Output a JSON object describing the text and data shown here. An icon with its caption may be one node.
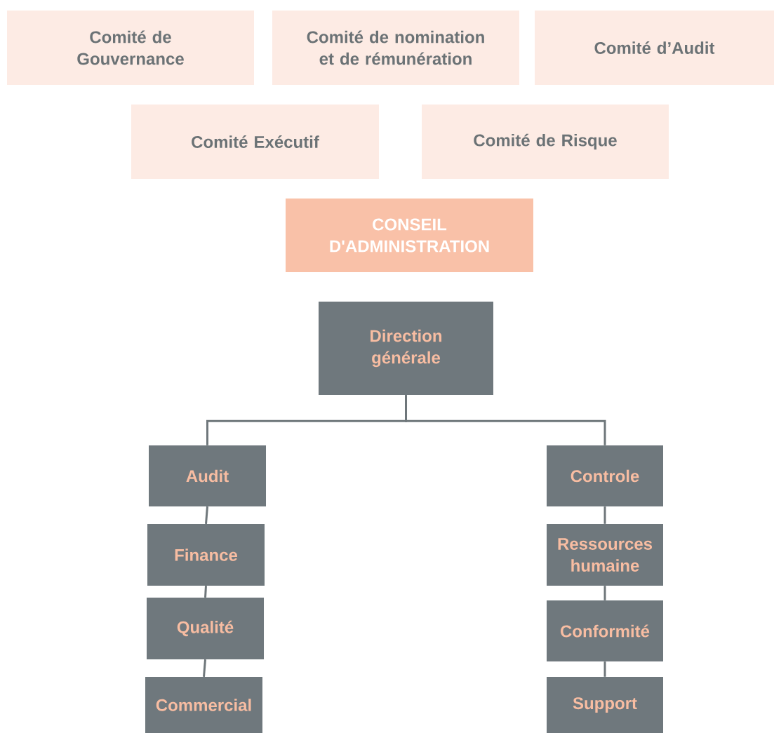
{
  "diagram": {
    "nodes": [
      {
        "text": [
          "Comité de Gouvernance"
        ]
      },
      {
        "text": [
          "Comité de nomination et de rémunération"
        ]
      },
      {
        "text": [
          "Comité d’Audit"
        ]
      },
      {
        "text": [
          "Comité Exécutif"
        ]
      },
      {
        "text": [
          "Comité de Risque"
        ]
      },
      {
        "text": [
          "CONSEIL D'ADMINISTRATION"
        ]
      },
      {
        "text": [
          "Direction générale"
        ]
      },
      {
        "text": [
          "Audit"
        ]
      },
      {
        "text": [
          "Finance"
        ]
      },
      {
        "text": [
          "Qualité"
        ]
      },
      {
        "text": [
          "Commercial"
        ]
      },
      {
        "text": [
          "Controle"
        ]
      },
      {
        "text": [
          "Ressources humaine"
        ]
      },
      {
        "text": [
          "Conformité"
        ]
      },
      {
        "text": [
          "Support"
        ]
      }
    ],
    "edges": [
      {
        "from": 6,
        "to": 7,
        "arrow": "none"
      },
      {
        "from": 6,
        "to": 11,
        "arrow": "none"
      },
      {
        "from": 7,
        "to": 8,
        "arrow": "none"
      },
      {
        "from": 8,
        "to": 9,
        "arrow": "none"
      },
      {
        "from": 9,
        "to": 10,
        "arrow": "none"
      },
      {
        "from": 11,
        "to": 12,
        "arrow": "none"
      },
      {
        "from": 12,
        "to": 13,
        "arrow": "none"
      },
      {
        "from": 13,
        "to": 14,
        "arrow": "none"
      }
    ]
  }
}
